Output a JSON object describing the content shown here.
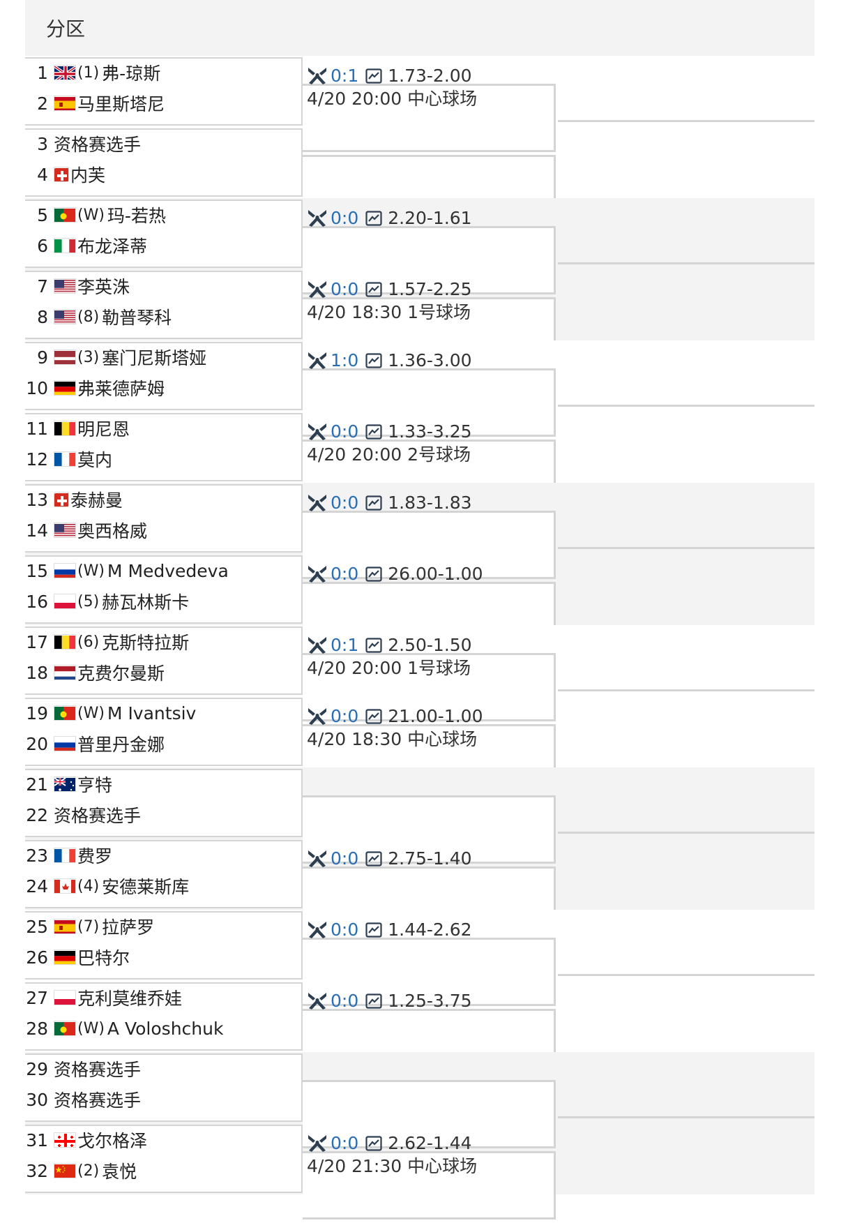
{
  "header": {
    "title": "分区"
  },
  "sections": [
    {
      "players": [
        {
          "seed": "1",
          "flag": "gb",
          "tag": "(1)",
          "name": "弗-琼斯"
        },
        {
          "seed": "2",
          "flag": "es",
          "tag": "",
          "name": "马里斯塔尼"
        },
        {
          "seed": "3",
          "flag": "",
          "tag": "",
          "name": "资格赛选手"
        },
        {
          "seed": "4",
          "flag": "ch",
          "tag": "",
          "name": "内芙"
        }
      ],
      "matches": [
        {
          "score": "0:1",
          "odds": "1.73-2.00",
          "info": "4/20 20:00 中心球场"
        },
        null
      ]
    },
    {
      "players": [
        {
          "seed": "5",
          "flag": "pt",
          "tag": "(W)",
          "name": "玛-若热"
        },
        {
          "seed": "6",
          "flag": "it",
          "tag": "",
          "name": "布龙泽蒂"
        },
        {
          "seed": "7",
          "flag": "us",
          "tag": "",
          "name": "李英洙"
        },
        {
          "seed": "8",
          "flag": "us",
          "tag": "(8)",
          "name": "勒普琴科"
        }
      ],
      "matches": [
        {
          "score": "0:0",
          "odds": "2.20-1.61",
          "info": ""
        },
        {
          "score": "0:0",
          "odds": "1.57-2.25",
          "info": "4/20 18:30 1号球场"
        }
      ]
    },
    {
      "players": [
        {
          "seed": "9",
          "flag": "lv",
          "tag": "(3)",
          "name": "塞门尼斯塔娅"
        },
        {
          "seed": "10",
          "flag": "de",
          "tag": "",
          "name": "弗莱德萨姆"
        },
        {
          "seed": "11",
          "flag": "be",
          "tag": "",
          "name": "明尼恩"
        },
        {
          "seed": "12",
          "flag": "fr",
          "tag": "",
          "name": "莫内"
        }
      ],
      "matches": [
        {
          "score": "1:0",
          "odds": "1.36-3.00",
          "info": ""
        },
        {
          "score": "0:0",
          "odds": "1.33-3.25",
          "info": "4/20 20:00 2号球场"
        }
      ]
    },
    {
      "players": [
        {
          "seed": "13",
          "flag": "ch",
          "tag": "",
          "name": "泰赫曼"
        },
        {
          "seed": "14",
          "flag": "us",
          "tag": "",
          "name": "奥西格威"
        },
        {
          "seed": "15",
          "flag": "ru",
          "tag": "(W)",
          "name": "M Medvedeva"
        },
        {
          "seed": "16",
          "flag": "pl",
          "tag": "(5)",
          "name": "赫瓦林斯卡"
        }
      ],
      "matches": [
        {
          "score": "0:0",
          "odds": "1.83-1.83",
          "info": ""
        },
        {
          "score": "0:0",
          "odds": "26.00-1.00",
          "info": ""
        }
      ]
    },
    {
      "players": [
        {
          "seed": "17",
          "flag": "be",
          "tag": "(6)",
          "name": "克斯特拉斯"
        },
        {
          "seed": "18",
          "flag": "nl",
          "tag": "",
          "name": "克费尔曼斯"
        },
        {
          "seed": "19",
          "flag": "pt",
          "tag": "(W)",
          "name": "M Ivantsiv"
        },
        {
          "seed": "20",
          "flag": "ru",
          "tag": "",
          "name": "普里丹金娜"
        }
      ],
      "matches": [
        {
          "score": "0:1",
          "odds": "2.50-1.50",
          "info": "4/20 20:00 1号球场"
        },
        {
          "score": "0:0",
          "odds": "21.00-1.00",
          "info": "4/20 18:30 中心球场"
        }
      ]
    },
    {
      "players": [
        {
          "seed": "21",
          "flag": "au",
          "tag": "",
          "name": "亨特"
        },
        {
          "seed": "22",
          "flag": "",
          "tag": "",
          "name": "资格赛选手"
        },
        {
          "seed": "23",
          "flag": "fr",
          "tag": "",
          "name": "费罗"
        },
        {
          "seed": "24",
          "flag": "ca",
          "tag": "(4)",
          "name": "安德莱斯库"
        }
      ],
      "matches": [
        null,
        {
          "score": "0:0",
          "odds": "2.75-1.40",
          "info": ""
        }
      ]
    },
    {
      "players": [
        {
          "seed": "25",
          "flag": "es",
          "tag": "(7)",
          "name": "拉萨罗"
        },
        {
          "seed": "26",
          "flag": "de",
          "tag": "",
          "name": "巴特尔"
        },
        {
          "seed": "27",
          "flag": "pl",
          "tag": "",
          "name": "克利莫维乔娃"
        },
        {
          "seed": "28",
          "flag": "pt",
          "tag": "(W)",
          "name": "A Voloshchuk"
        }
      ],
      "matches": [
        {
          "score": "0:0",
          "odds": "1.44-2.62",
          "info": ""
        },
        {
          "score": "0:0",
          "odds": "1.25-3.75",
          "info": ""
        }
      ]
    },
    {
      "players": [
        {
          "seed": "29",
          "flag": "",
          "tag": "",
          "name": "资格赛选手"
        },
        {
          "seed": "30",
          "flag": "",
          "tag": "",
          "name": "资格赛选手"
        },
        {
          "seed": "31",
          "flag": "ge",
          "tag": "",
          "name": "戈尔格泽"
        },
        {
          "seed": "32",
          "flag": "cn",
          "tag": "(2)",
          "name": "袁悦"
        }
      ],
      "matches": [
        null,
        {
          "score": "0:0",
          "odds": "2.62-1.44",
          "info": "4/20 21:30 中心球场"
        }
      ]
    }
  ],
  "icons": {
    "match": "crossed-rackets-icon",
    "odds": "line-chart-icon"
  },
  "colors": {
    "score": "#2a6fb5",
    "line": "#d4d4d4",
    "band": "#f3f3f3"
  }
}
